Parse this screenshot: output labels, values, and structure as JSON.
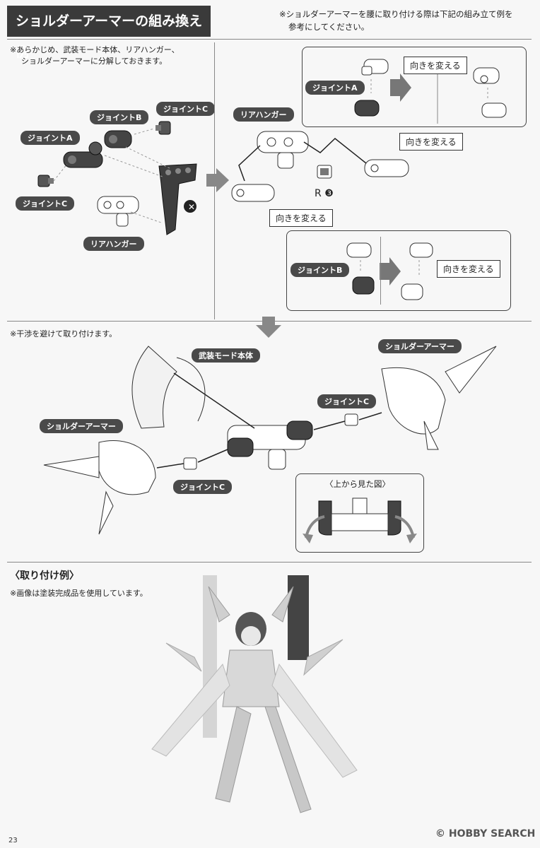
{
  "header": {
    "title": "ショルダーアーマーの組み換え例",
    "top_note_line1": "※ショルダーアーマーを腰に取り付ける際は下記の組み立て例を",
    "top_note_line2": "参考にしてください。"
  },
  "step1": {
    "note_line1": "※あらかじめ、武装モード本体、リアハンガー、",
    "note_line2": "ショルダーアーマーに分解しておきます。",
    "label_joint_c_top": "ジョイントC",
    "label_joint_b": "ジョイントB",
    "label_joint_a": "ジョイントA",
    "label_joint_c_left": "ジョイントC",
    "label_rear_hanger": "リアハンガー",
    "x_mark": "✕"
  },
  "step2": {
    "label_rear_hanger": "リアハンガー",
    "label_joint_a": "ジョイントA",
    "label_joint_b": "ジョイントB",
    "callout_rotate_1": "向きを変える",
    "callout_rotate_2": "向きを変える",
    "callout_rotate_3": "向きを変える",
    "callout_rotate_4": "向きを変える",
    "part_letter": "R",
    "part_number": "❸"
  },
  "step3": {
    "note": "※干渉を避けて取り付けます。",
    "label_body": "武装モード本体",
    "label_shoulder_right": "ショルダーアーマー",
    "label_shoulder_left": "ショルダーアーマー",
    "label_joint_c_right": "ジョイントC",
    "label_joint_c_bottom": "ジョイントC",
    "top_view_title": "〈上から見た図〉"
  },
  "example": {
    "heading": "〈取り付け例〉",
    "note": "※画像は塗装完成品を使用しています。"
  },
  "footer": {
    "page_number": "23",
    "watermark": "© HOBBY SEARCH"
  }
}
